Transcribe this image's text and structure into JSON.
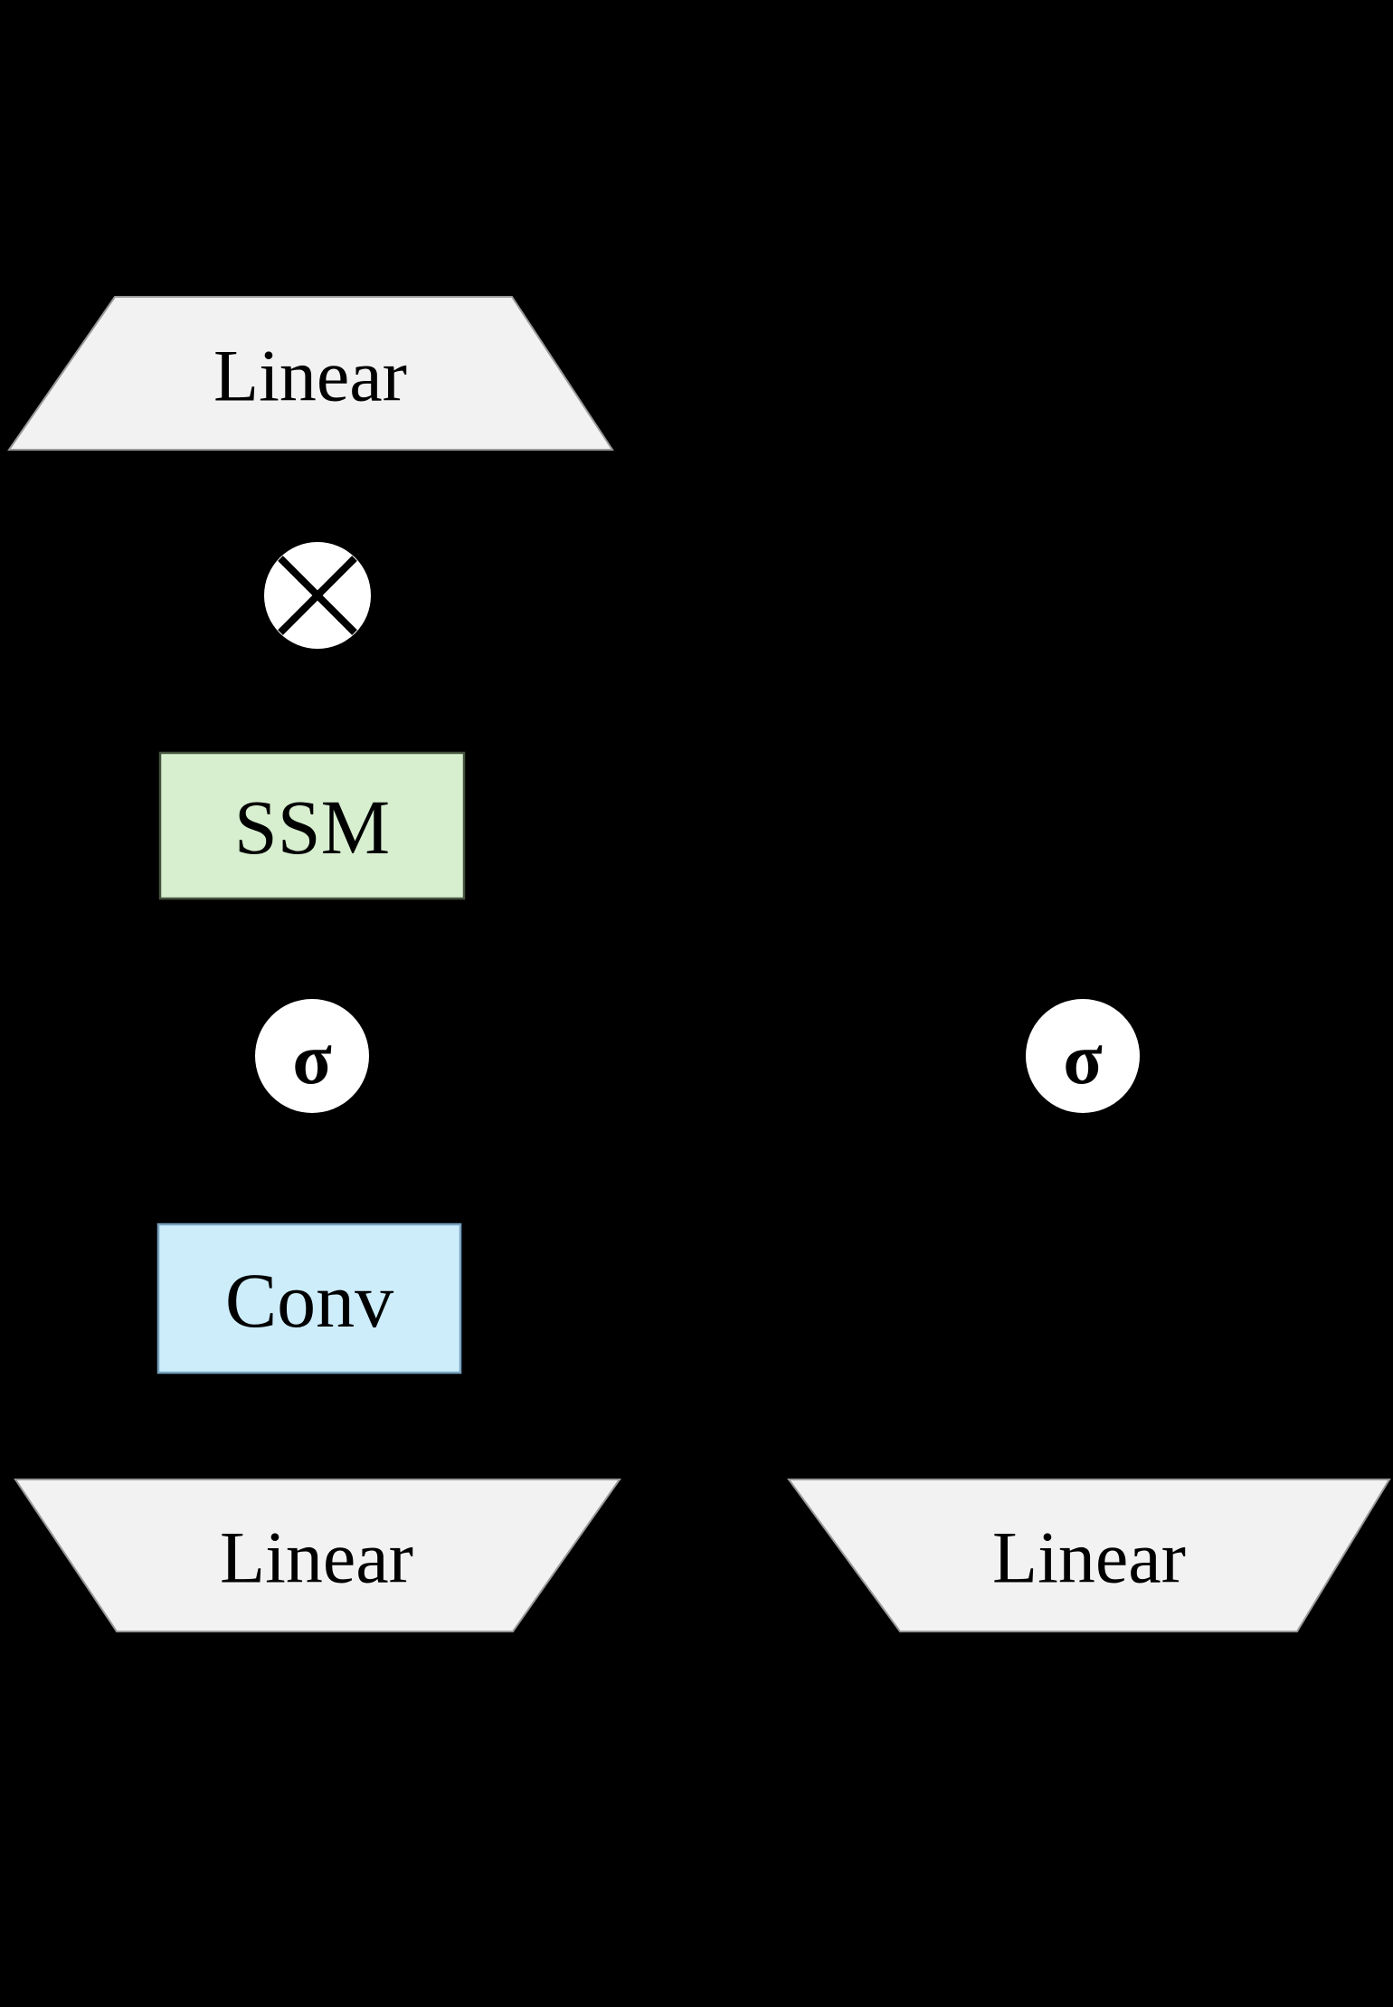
{
  "figure": {
    "background_color": "#000000",
    "top_linear": {
      "label": "Linear",
      "fill": "#f2f2f2",
      "stroke": "#999999"
    },
    "multiply": {
      "icon": "multiply-circle-icon",
      "fill": "#ffffff",
      "x_color": "#000000"
    },
    "ssm": {
      "label": "SSM",
      "fill": "#d7efcf",
      "stroke": "#44523f"
    },
    "sigma_left": {
      "label": "σ",
      "fill": "#ffffff"
    },
    "conv": {
      "label": "Conv",
      "fill": "#cdedfb",
      "stroke": "#76a1bd"
    },
    "linear_bottom_left": {
      "label": "Linear",
      "fill": "#f2f2f2",
      "stroke": "#999999"
    },
    "linear_bottom_right": {
      "label": "Linear",
      "fill": "#f2f2f2",
      "stroke": "#999999"
    },
    "sigma_right": {
      "label": "σ",
      "fill": "#ffffff"
    }
  }
}
